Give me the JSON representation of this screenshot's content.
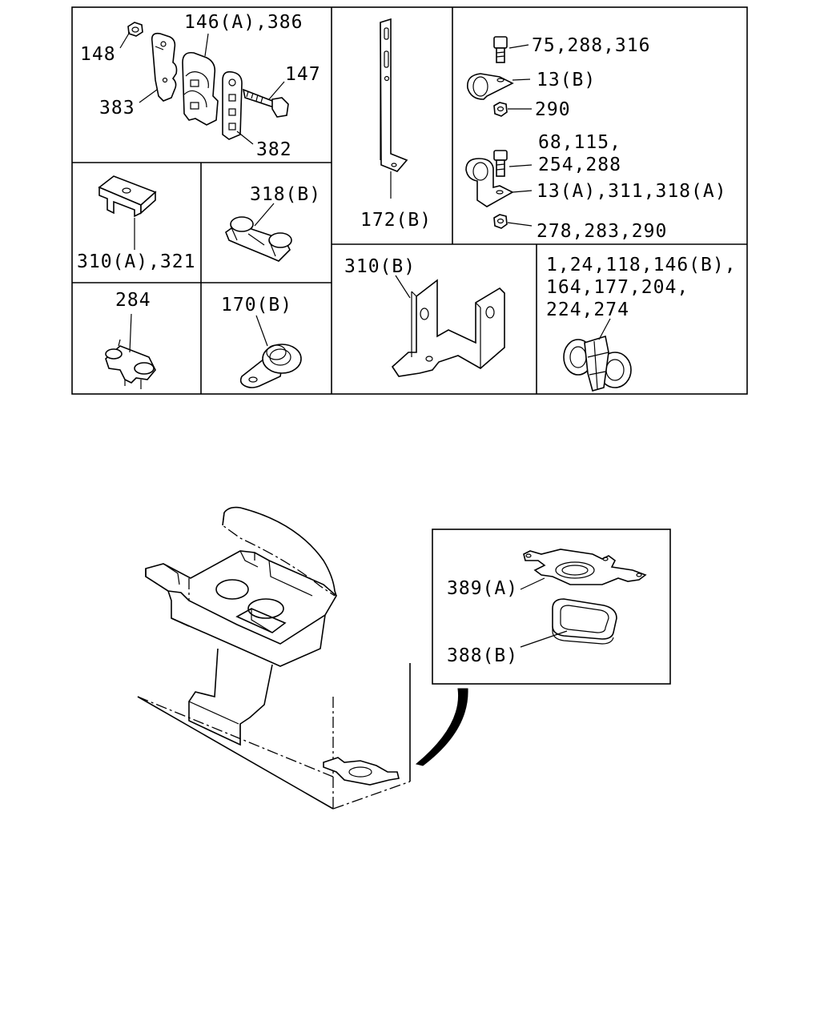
{
  "cells": {
    "clamp_assembly": {
      "labels": [
        "146(A),386",
        "148",
        "147",
        "383",
        "382"
      ]
    },
    "stay_bracket": {
      "labels": [
        "172(B)"
      ]
    },
    "clip_sets": {
      "labels": [
        "75,288,316",
        "13(B)",
        "290",
        "68,115,",
        "254,288",
        "13(A),311,318(A)",
        "278,283,290"
      ]
    },
    "bracket_a": {
      "labels": [
        "310(A),321"
      ]
    },
    "clip_318b": {
      "labels": [
        "318(B)"
      ]
    },
    "clip_284": {
      "labels": [
        "284"
      ]
    },
    "clip_170b": {
      "labels": [
        "170(B)"
      ]
    },
    "bracket_310b": {
      "labels": [
        "310(B)"
      ]
    },
    "double_clip": {
      "labels": [
        "1,24,118,146(B),",
        "164,177,204,",
        "224,274"
      ]
    }
  },
  "detail": {
    "labels": [
      "389(A)",
      "388(B)"
    ]
  }
}
